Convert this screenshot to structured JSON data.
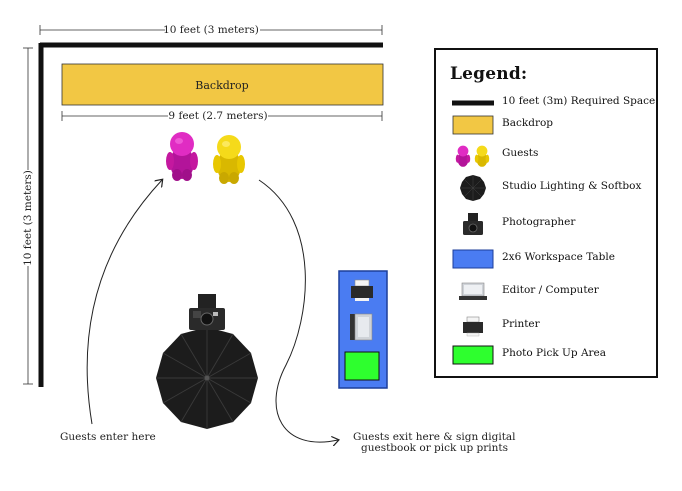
{
  "room": {
    "top_dimension": "10 feet (3 meters)",
    "side_dimension": "10 feet (3 meters)",
    "backdrop_dimension": "9 feet (2.7 meters)",
    "backdrop_label": "Backdrop"
  },
  "annotations": {
    "enter": "Guests enter here",
    "exit_line1": "Guests exit here & sign digital",
    "exit_line2": "guestbook or pick up prints"
  },
  "colors": {
    "wall": "#111111",
    "backdrop": "#f2c744",
    "guest_magenta": "#d21bb5",
    "guest_yellow": "#f0d20a",
    "table": "#4a7cf2",
    "pickup": "#2eff2e",
    "umbrella": "#1c1c1c"
  },
  "legend": {
    "title": "Legend:",
    "items": [
      {
        "label": "10 feet (3m) Required Space",
        "icon": "wall-line-icon"
      },
      {
        "label": "Backdrop",
        "icon": "backdrop-swatch-icon"
      },
      {
        "label": "Guests",
        "icon": "guests-icon"
      },
      {
        "label": "Studio Lighting & Softbox",
        "icon": "umbrella-icon"
      },
      {
        "label": "Photographer",
        "icon": "camera-icon"
      },
      {
        "label": "2x6 Workspace Table",
        "icon": "table-swatch-icon"
      },
      {
        "label": "Editor / Computer",
        "icon": "laptop-icon"
      },
      {
        "label": "Printer",
        "icon": "printer-icon"
      },
      {
        "label": "Photo Pick Up Area",
        "icon": "pickup-swatch-icon"
      }
    ]
  }
}
